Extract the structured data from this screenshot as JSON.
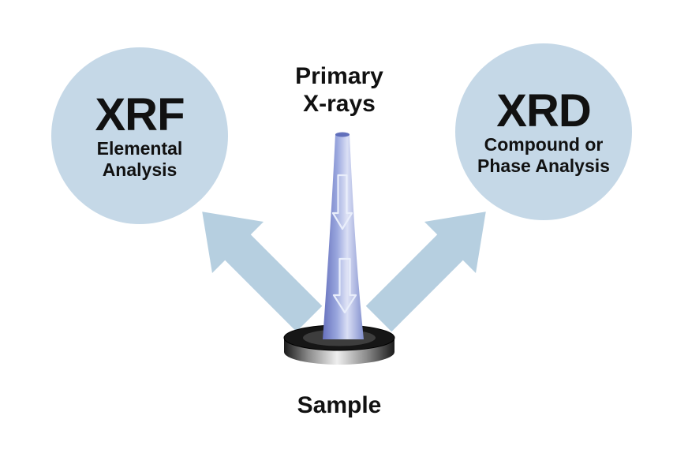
{
  "title_block": {
    "line1": "Primary",
    "line2": "X-rays"
  },
  "left_circle": {
    "acronym": "XRF",
    "line1": "Elemental",
    "line2": "Analysis"
  },
  "right_circle": {
    "acronym": "XRD",
    "line1": "Compound or",
    "line2": "Phase Analysis"
  },
  "sample": {
    "label": "Sample"
  },
  "colors": {
    "background": "#ffffff",
    "text": "#111111",
    "circle_fill": "#c5d8e7",
    "arrow_fill": "#b6cfe0",
    "beam_edge_left": "#6670bd",
    "beam_mid": "#9aa7de",
    "beam_light": "#dadff5",
    "beam_edge_right": "#8390ce",
    "beam_arrow_stroke": "#e9eefb",
    "metal_dark": "#1a1a1a",
    "metal_mid": "#8a8a8a",
    "metal_light": "#efefef",
    "puck_top": "#161616",
    "puck_ring": "#3d3d3d"
  }
}
